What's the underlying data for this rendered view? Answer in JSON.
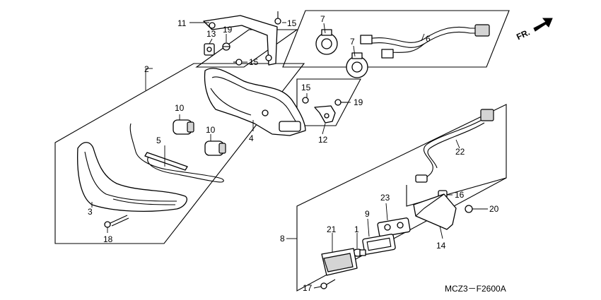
{
  "figure_code": "MCZ3－F2600A",
  "direction_label": "FR.",
  "callouts": {
    "c1": "1",
    "c2": "2",
    "c3": "3",
    "c4": "4",
    "c5": "5",
    "c6": "6",
    "c7a": "7",
    "c7b": "7",
    "c8": "8",
    "c9": "9",
    "c10a": "10",
    "c10b": "10",
    "c11": "11",
    "c12": "12",
    "c13": "13",
    "c14": "14",
    "c15a": "15",
    "c15b": "15",
    "c15c": "15",
    "c16": "16",
    "c17": "17",
    "c18": "18",
    "c19a": "19",
    "c19b": "19",
    "c20": "20",
    "c21": "21",
    "c22": "22",
    "c23": "23"
  }
}
